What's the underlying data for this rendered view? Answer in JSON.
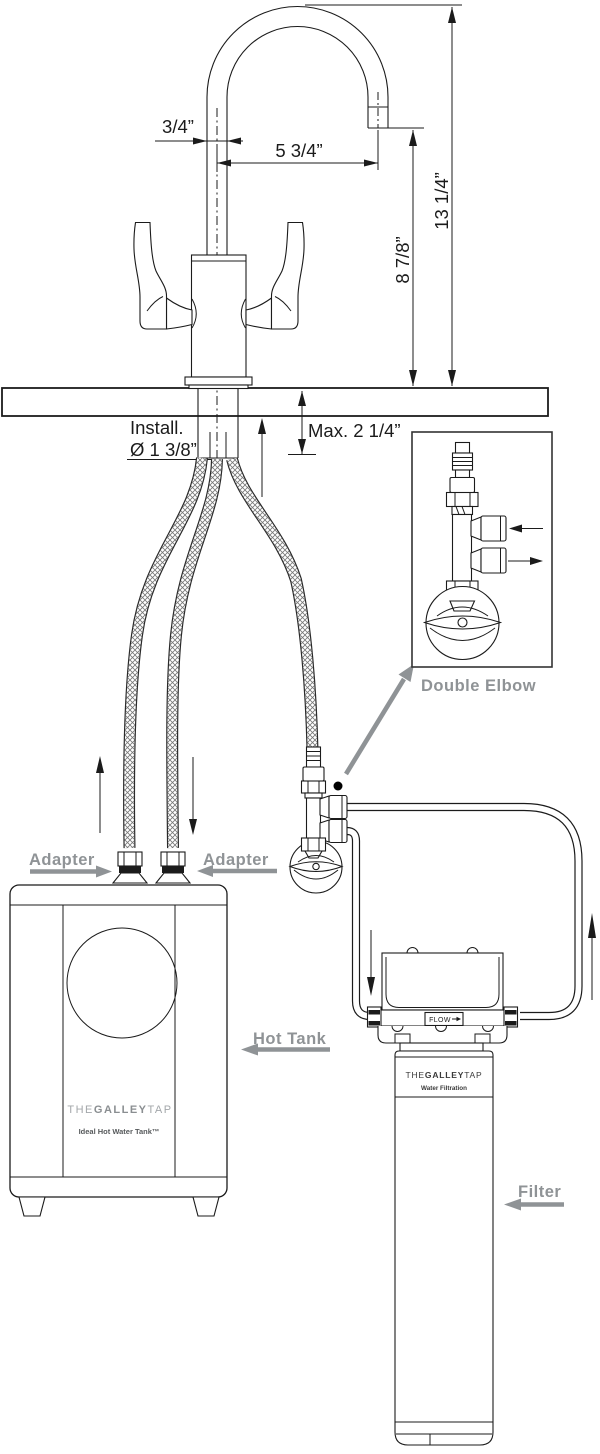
{
  "drawing": {
    "dims": {
      "spout_tube": "3/4”",
      "spout_reach": "5 3/4”",
      "total_height": "13 1/4”",
      "spout_height": "8 7/8”",
      "max_counter": "Max. 2 1/4”",
      "install_line1": "Install.",
      "install_line2": "Ø 1 3/8”"
    },
    "callouts": {
      "double_elbow": "Double Elbow",
      "adapter_left": "Adapter",
      "adapter_right": "Adapter",
      "hot_tank": "Hot Tank",
      "filter": "Filter"
    },
    "tank": {
      "brand_the": "THE",
      "brand_galley": "GALLEY",
      "brand_tap": "TAP",
      "tagline": "Ideal Hot Water Tank™"
    },
    "filter_unit": {
      "brand_the": "THE",
      "brand_galley": "GALLEY",
      "brand_tap": "TAP",
      "tagline": "Water Filtration",
      "flow": "FLOW"
    },
    "colors": {
      "ink": "#1b1b1b",
      "gray_label": "#8f9396",
      "logo_light": "#a3a7aa",
      "logo_dark": "#8a8e91"
    }
  }
}
